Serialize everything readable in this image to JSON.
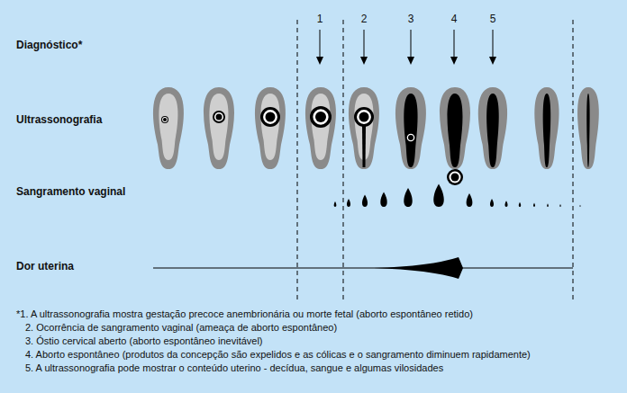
{
  "diagram": {
    "labels": [
      "Diagnóstico*",
      "1",
      "2",
      "3",
      "4",
      "5",
      "Ultrassonografia",
      "Sangramento vaginal",
      "Dor uterina",
      "*1. A ultrassonografia mostra gestação precoce anembrionária ou morte fetal (aborto espontâneo retido)",
      "2. Ocorrência de sangramento vaginal (ameaça de aborto espontâneo)",
      "3. Óstio cervical aberto (aborto espontâneo inevitável)",
      "4. Aborto espontâneo (produtos da concepção são expelidos e as cólicas e o sangramento diminuem rapidamente)",
      "5. A ultrassonografia pode mostrar o conteúdo uterino - decídua, sangue e algumas vilosidades"
    ]
  }
}
